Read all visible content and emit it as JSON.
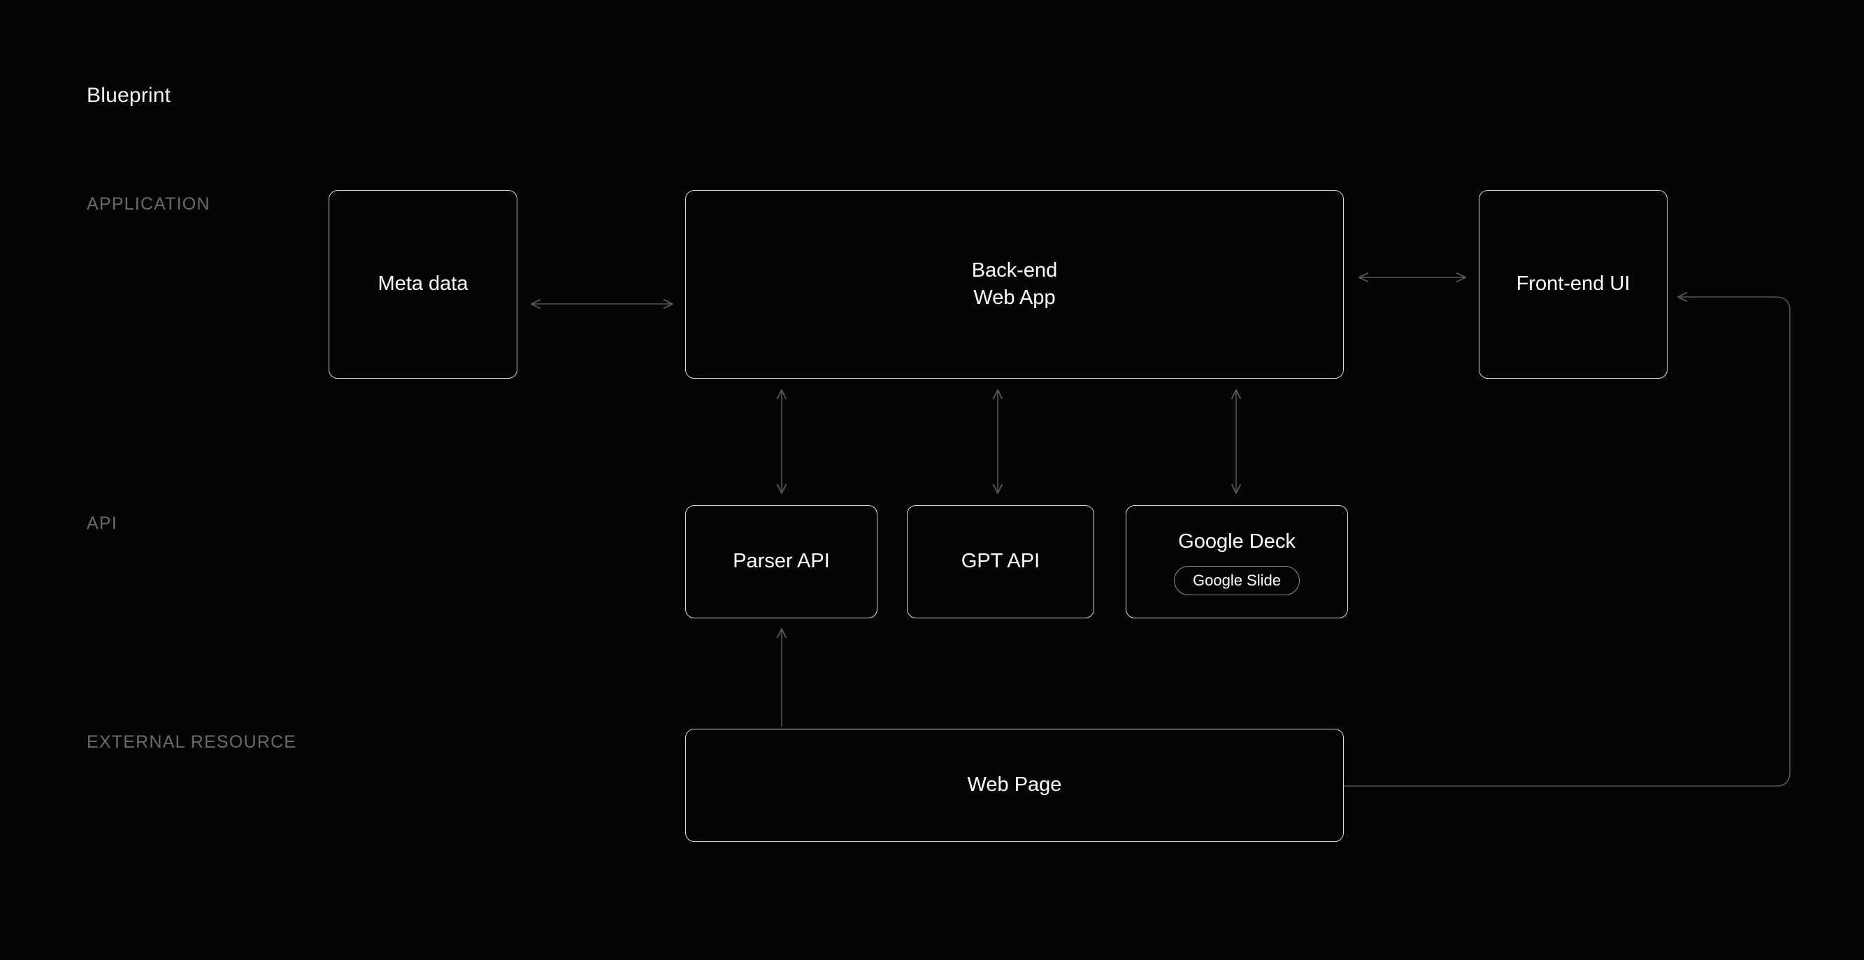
{
  "page": {
    "title": "Blueprint",
    "background_color": "#050505",
    "box_border_color": "#d8d8d8",
    "connector_color": "#555555",
    "lane_label_color": "#6a6a6a",
    "node_text_color": "#ffffff"
  },
  "lanes": [
    {
      "id": "application",
      "label": "APPLICATION"
    },
    {
      "id": "api",
      "label": "API"
    },
    {
      "id": "external",
      "label": "EXTERNAL RESOURCE"
    }
  ],
  "nodes": {
    "metadata": {
      "label": "Meta data",
      "lane": "application"
    },
    "backend": {
      "label": "Back-end\nWeb App",
      "lane": "application"
    },
    "frontend": {
      "label": "Front-end UI",
      "lane": "application"
    },
    "parser": {
      "label": "Parser API",
      "lane": "api"
    },
    "gpt": {
      "label": "GPT API",
      "lane": "api"
    },
    "google_deck": {
      "label": "Google Deck",
      "lane": "api",
      "child": {
        "label": "Google Slide",
        "shape": "pill"
      }
    },
    "webpage": {
      "label": "Web Page",
      "lane": "external"
    }
  },
  "connectors": [
    {
      "id": "metadata-backend",
      "from": "metadata",
      "to": "backend",
      "direction": "bidirectional",
      "orientation": "horizontal"
    },
    {
      "id": "backend-frontend",
      "from": "backend",
      "to": "frontend",
      "direction": "bidirectional",
      "orientation": "horizontal"
    },
    {
      "id": "backend-parser",
      "from": "backend",
      "to": "parser",
      "direction": "bidirectional",
      "orientation": "vertical"
    },
    {
      "id": "backend-gpt",
      "from": "backend",
      "to": "gpt",
      "direction": "bidirectional",
      "orientation": "vertical"
    },
    {
      "id": "backend-googledeck",
      "from": "backend",
      "to": "google_deck",
      "direction": "bidirectional",
      "orientation": "vertical"
    },
    {
      "id": "webpage-parser",
      "from": "webpage",
      "to": "parser",
      "direction": "unidirectional",
      "orientation": "vertical"
    },
    {
      "id": "webpage-frontend",
      "from": "webpage",
      "to": "frontend",
      "direction": "unidirectional",
      "orientation": "elbow"
    }
  ]
}
